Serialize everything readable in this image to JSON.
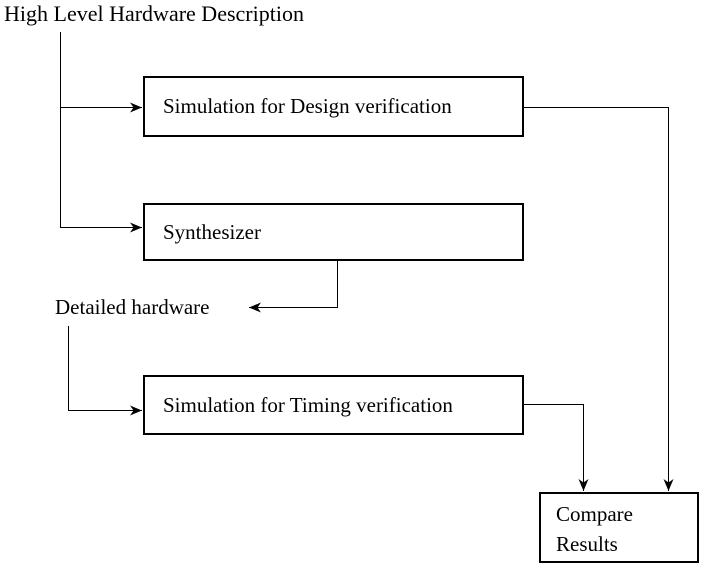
{
  "diagram": {
    "title": "High Level Hardware Description",
    "background_color": "#ffffff",
    "line_color": "#000000",
    "text_color": "#000000",
    "nodes": [
      {
        "id": "design-simulation",
        "label": "Simulation for Design verification"
      },
      {
        "id": "synthesizer",
        "label": "Synthesizer"
      },
      {
        "id": "timing-simulation",
        "label": "Simulation for Timing verification"
      },
      {
        "id": "compare-results",
        "label": "Compare Results"
      }
    ],
    "labels": [
      {
        "id": "detailed-hardware",
        "text": "Detailed hardware"
      }
    ],
    "edges": [
      {
        "from": "High Level Hardware Description",
        "to": "Simulation for Design verification"
      },
      {
        "from": "High Level Hardware Description",
        "to": "Synthesizer"
      },
      {
        "from": "Synthesizer",
        "to": "Detailed hardware"
      },
      {
        "from": "Detailed hardware",
        "to": "Simulation for Timing verification"
      },
      {
        "from": "Simulation for Design verification",
        "to": "Compare Results"
      },
      {
        "from": "Simulation for Timing verification",
        "to": "Compare Results"
      }
    ]
  }
}
